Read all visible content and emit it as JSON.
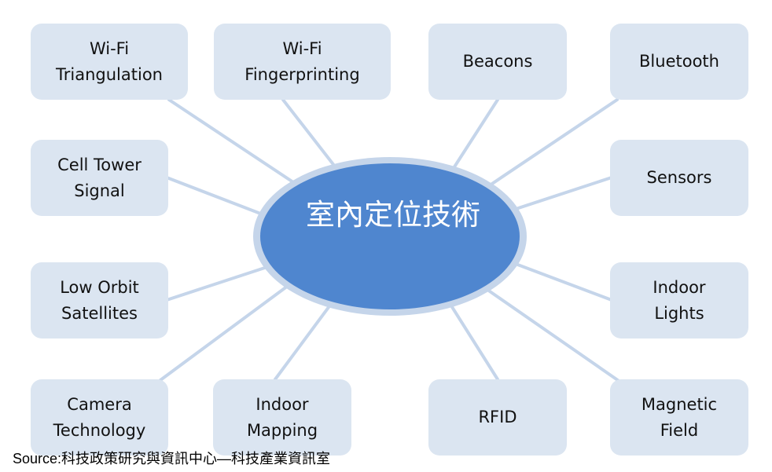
{
  "diagram": {
    "center": {
      "label": "室內定位技術"
    },
    "nodes": [
      {
        "id": "wifi-triangulation",
        "lines": [
          "Wi-Fi",
          "Triangulation"
        ]
      },
      {
        "id": "wifi-fingerprinting",
        "lines": [
          "Wi-Fi",
          "Fingerprinting"
        ]
      },
      {
        "id": "beacons",
        "lines": [
          "Beacons"
        ]
      },
      {
        "id": "bluetooth",
        "lines": [
          "Bluetooth"
        ]
      },
      {
        "id": "cell-tower-signal",
        "lines": [
          "Cell Tower",
          "Signal"
        ]
      },
      {
        "id": "sensors",
        "lines": [
          "Sensors"
        ]
      },
      {
        "id": "low-orbit-satellites",
        "lines": [
          "Low Orbit",
          "Satellites"
        ]
      },
      {
        "id": "indoor-lights",
        "lines": [
          "Indoor",
          "Lights"
        ]
      },
      {
        "id": "camera-technology",
        "lines": [
          "Camera",
          "Technology"
        ]
      },
      {
        "id": "indoor-mapping",
        "lines": [
          "Indoor",
          "Mapping"
        ]
      },
      {
        "id": "rfid",
        "lines": [
          "RFID"
        ]
      },
      {
        "id": "magnetic-field",
        "lines": [
          "Magnetic",
          "Field"
        ]
      }
    ]
  },
  "source": "Source:科技政策研究與資訊中心—科技產業資訊室",
  "colors": {
    "node_fill": "#dbe5f1",
    "spoke": "#c5d5ea",
    "center_fill": "#4f86cf",
    "center_ring": "#c5d5ea"
  }
}
